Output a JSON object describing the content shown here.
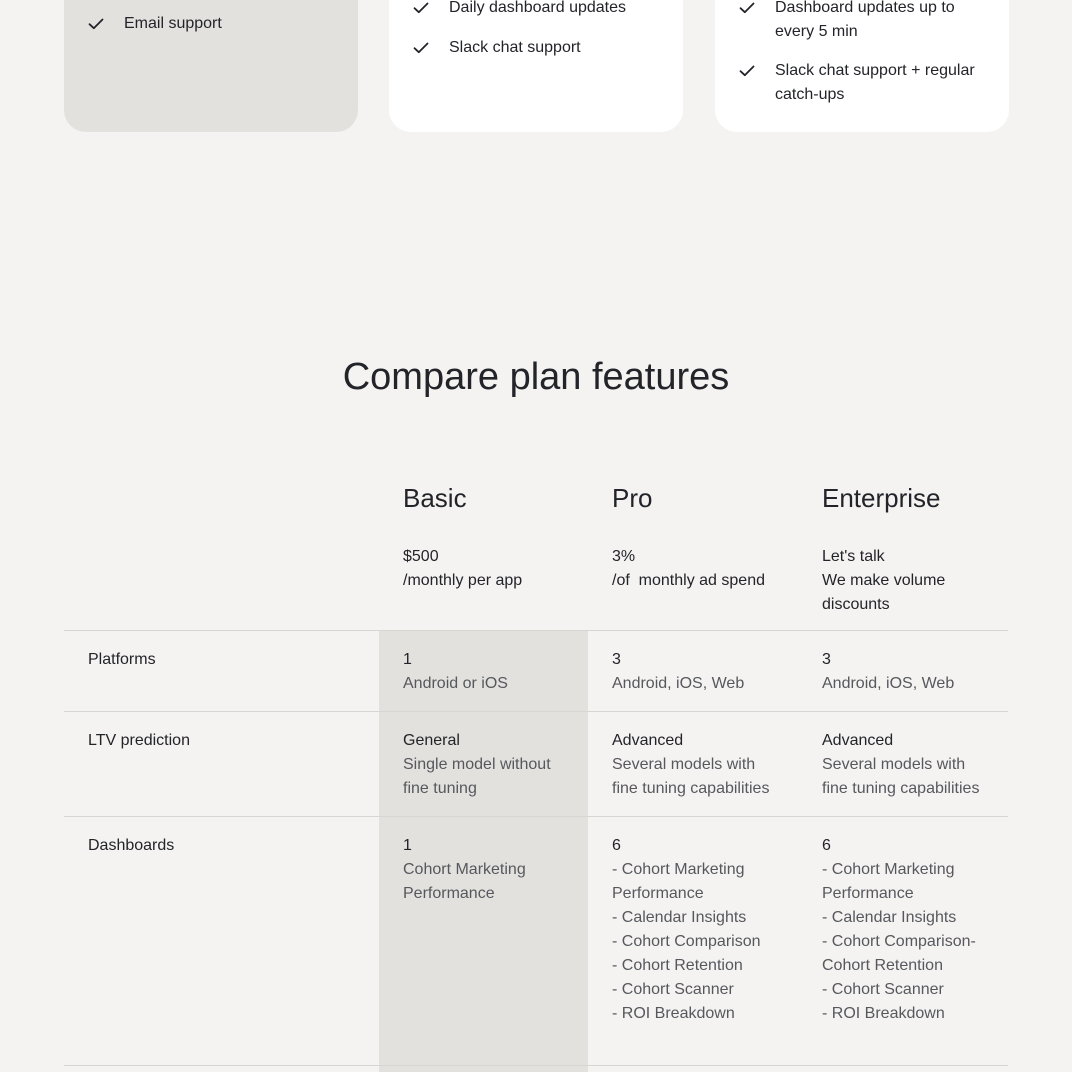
{
  "cards": {
    "basic": {
      "features": [
        "Email support"
      ]
    },
    "pro": {
      "features": [
        "Daily dashboard updates",
        "Slack chat support"
      ]
    },
    "enterprise": {
      "features": [
        "Dashboard updates up to every 5 min",
        "Slack chat support + regular catch-ups"
      ]
    }
  },
  "compare": {
    "title": "Compare plan features",
    "plans": [
      {
        "name": "Basic",
        "price": "$500",
        "unit": "/monthly per app"
      },
      {
        "name": "Pro",
        "price": "3%",
        "unit": "/of  monthly ad spend"
      },
      {
        "name": "Enterprise",
        "price": "Let's talk",
        "unit": "We make volume discounts"
      }
    ],
    "rows": [
      {
        "label": "Platforms",
        "cells": [
          {
            "primary": "1",
            "secondary": "Android or iOS"
          },
          {
            "primary": "3",
            "secondary": "Android, iOS, Web"
          },
          {
            "primary": "3",
            "secondary": "Android, iOS, Web"
          }
        ]
      },
      {
        "label": "LTV prediction",
        "cells": [
          {
            "primary": "General",
            "secondary": "Single model without fine tuning"
          },
          {
            "primary": "Advanced",
            "secondary": "Several models with fine tuning capabilities"
          },
          {
            "primary": "Advanced",
            "secondary": "Several models with fine tuning capabilities"
          }
        ]
      },
      {
        "label": "Dashboards",
        "cells": [
          {
            "primary": "1",
            "secondary": [
              "Cohort Marketing Performance"
            ]
          },
          {
            "primary": "6",
            "secondary": [
              "- Cohort Marketing Performance",
              "- Calendar Insights",
              "- Cohort Comparison",
              "- Cohort Retention",
              "- Cohort Scanner",
              "- ROI Breakdown"
            ]
          },
          {
            "primary": "6",
            "secondary": [
              "- Cohort Marketing Performance",
              "- Calendar Insights",
              "- Cohort Comparison- Cohort Retention",
              "- Cohort Scanner",
              "- ROI Breakdown"
            ]
          }
        ]
      }
    ]
  },
  "icons": {
    "check": "check-icon"
  }
}
